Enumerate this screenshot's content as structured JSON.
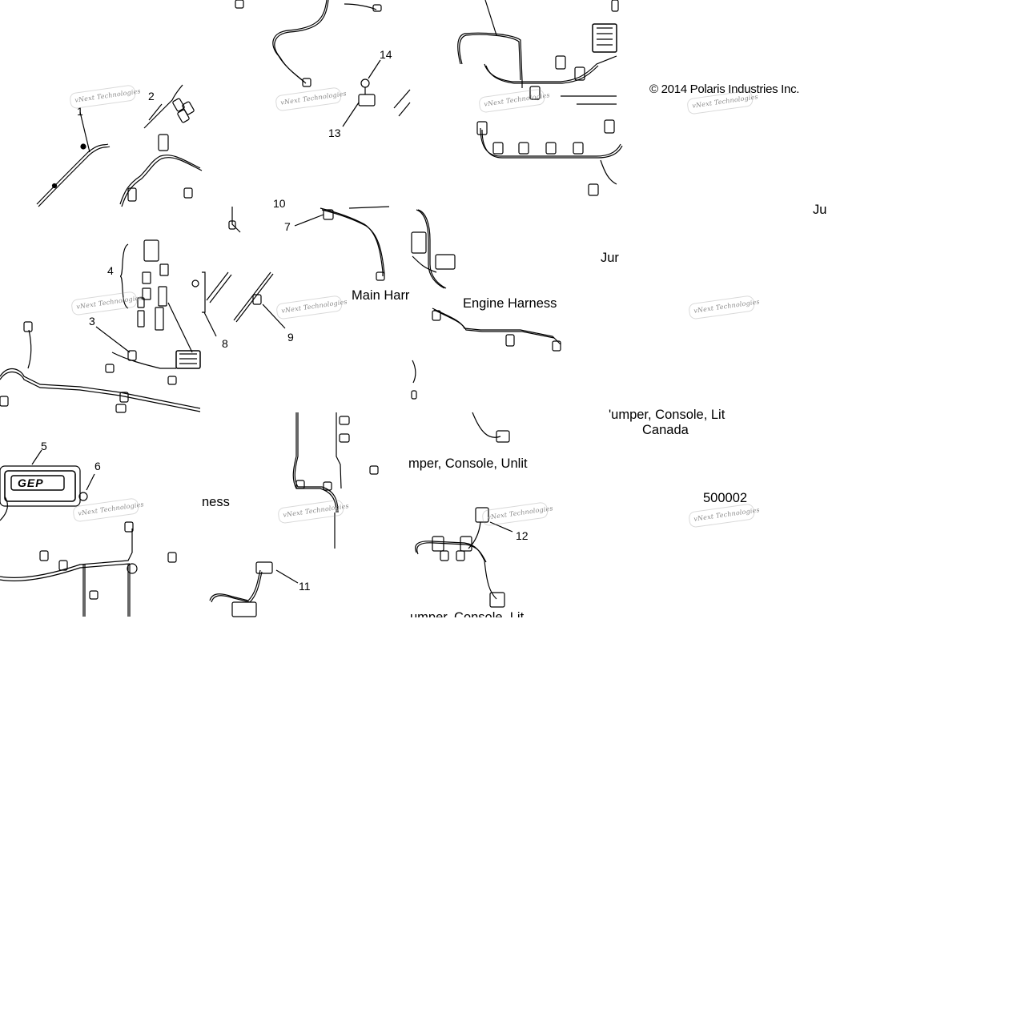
{
  "diagram": {
    "copyright": "© 2014 Polaris Industries Inc.",
    "watermark": "vNext Technologies",
    "part_number": "500002",
    "callouts": [
      "1",
      "2",
      "3",
      "4",
      "5",
      "6",
      "7",
      "8",
      "9",
      "10",
      "11",
      "12",
      "13",
      "14"
    ],
    "captions": {
      "main_harness": "Main Harr",
      "engine_harness": "Engine Harness",
      "ju1": "Ju",
      "jur": "Jur",
      "jumper_lit_canada_1": "'umper, Console, Lit",
      "jumper_lit_canada_2": "Canada",
      "jumper_unlit": "mper, Console, Unlit",
      "ness": "ness",
      "jumper_lit_bottom": "umper, Console, Lit"
    },
    "ecu_logo": "GEP"
  }
}
